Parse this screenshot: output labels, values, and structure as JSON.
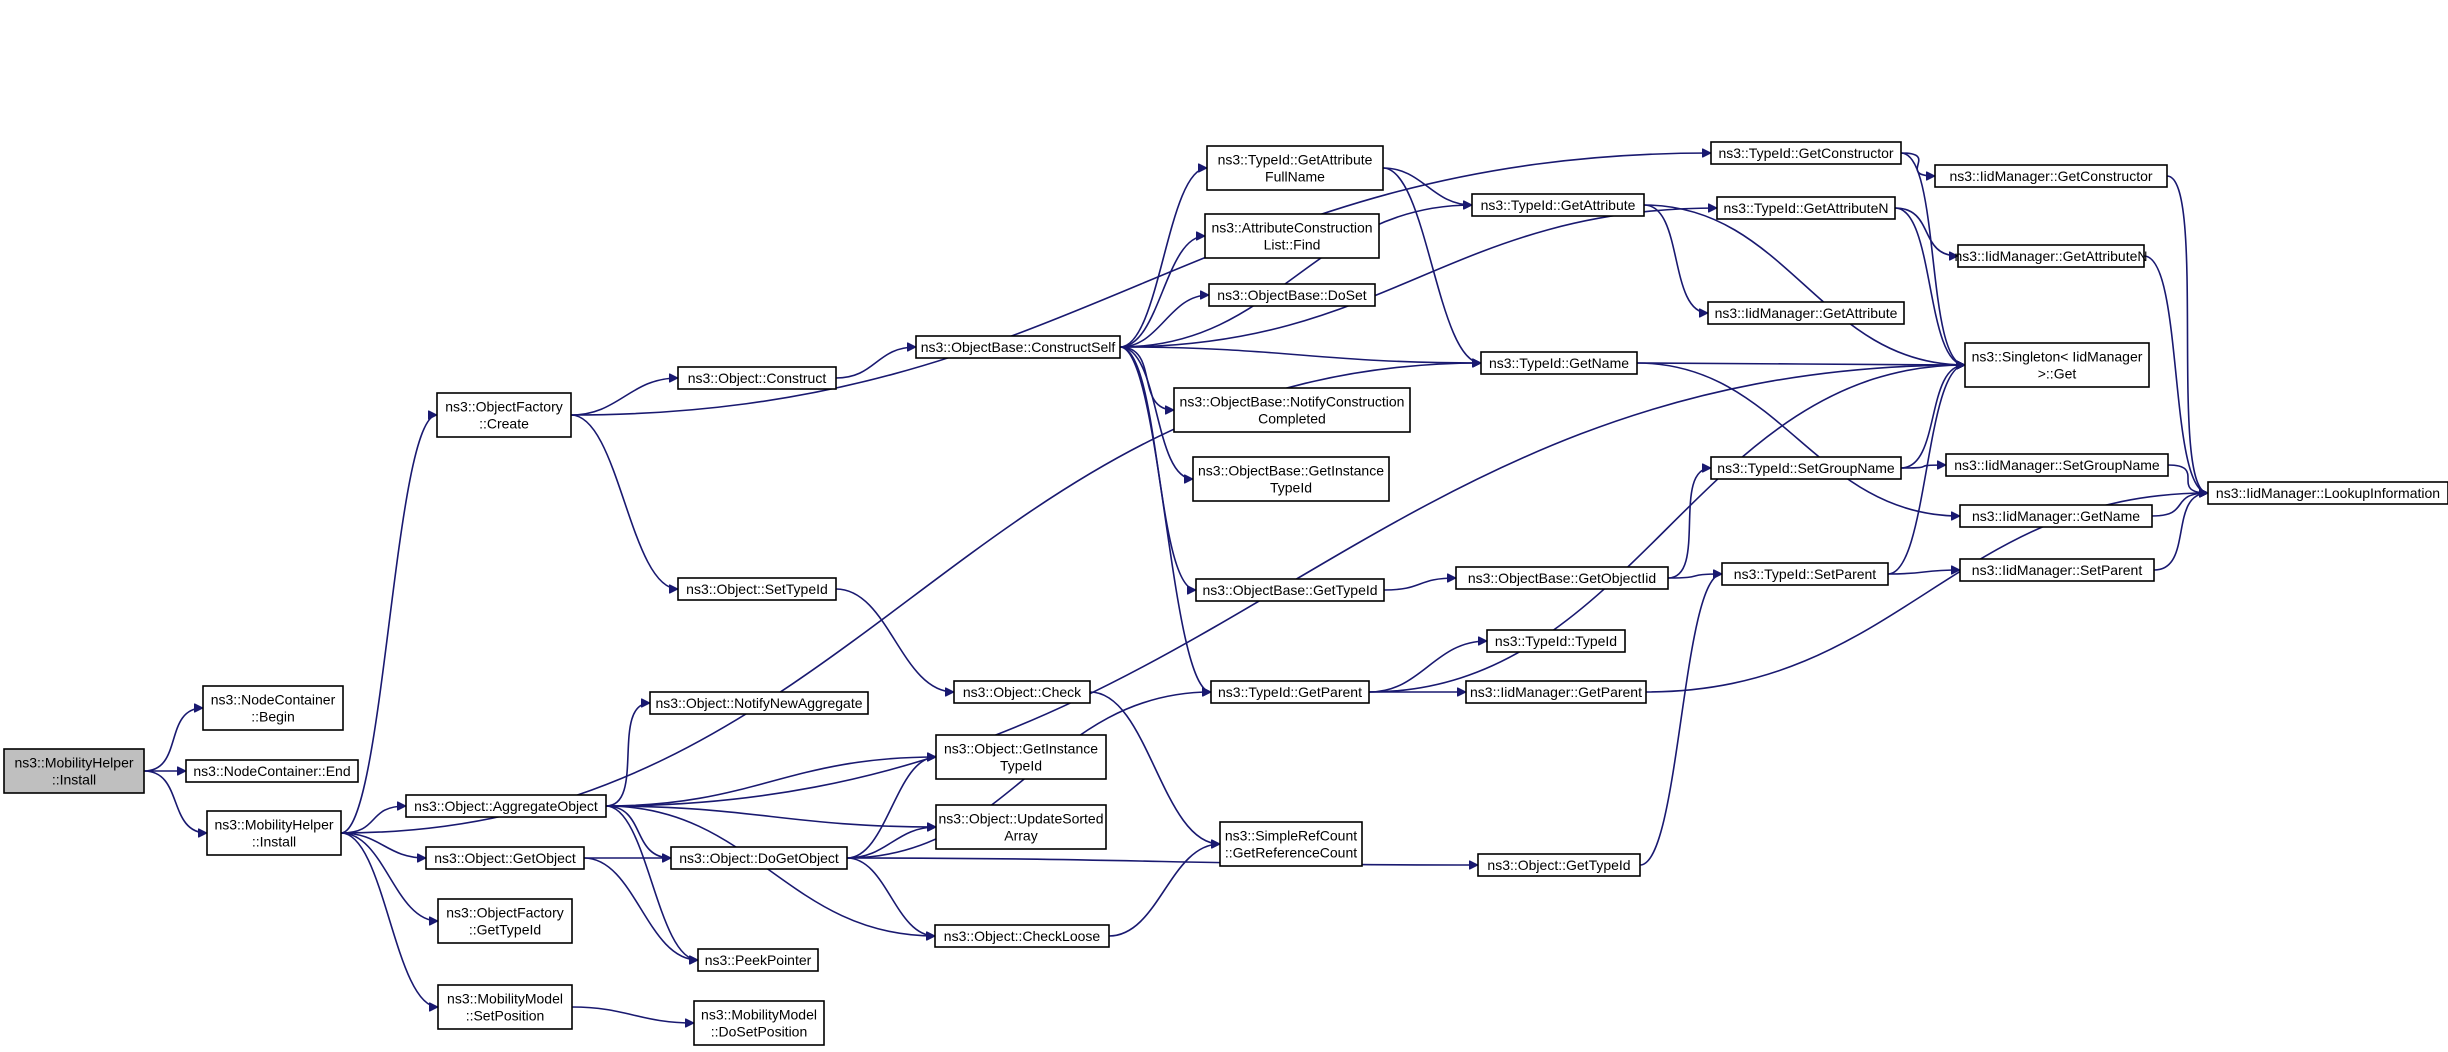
{
  "graph": {
    "edge_color": "#191970",
    "root_fill": "#bfbfbf",
    "nodes": [
      {
        "id": "n1",
        "lines": [
          "ns3::MobilityHelper",
          "::Install"
        ],
        "root": true
      },
      {
        "id": "n2",
        "lines": [
          "ns3::NodeContainer",
          "::Begin"
        ]
      },
      {
        "id": "n3",
        "lines": [
          "ns3::NodeContainer::End"
        ]
      },
      {
        "id": "n4",
        "lines": [
          "ns3::MobilityHelper",
          "::Install"
        ]
      },
      {
        "id": "n5",
        "lines": [
          "ns3::ObjectFactory",
          "::Create"
        ]
      },
      {
        "id": "n6",
        "lines": [
          "ns3::Object::AggregateObject"
        ]
      },
      {
        "id": "n7",
        "lines": [
          "ns3::Object::GetObject"
        ]
      },
      {
        "id": "n8",
        "lines": [
          "ns3::ObjectFactory",
          "::GetTypeId"
        ]
      },
      {
        "id": "n9",
        "lines": [
          "ns3::MobilityModel",
          "::SetPosition"
        ]
      },
      {
        "id": "n10",
        "lines": [
          "ns3::Object::Construct"
        ]
      },
      {
        "id": "n11",
        "lines": [
          "ns3::Object::SetTypeId"
        ]
      },
      {
        "id": "n12",
        "lines": [
          "ns3::Object::NotifyNewAggregate"
        ]
      },
      {
        "id": "n13",
        "lines": [
          "ns3::Object::DoGetObject"
        ]
      },
      {
        "id": "n14",
        "lines": [
          "ns3::PeekPointer"
        ]
      },
      {
        "id": "n15",
        "lines": [
          "ns3::MobilityModel",
          "::DoSetPosition"
        ]
      },
      {
        "id": "n16",
        "lines": [
          "ns3::ObjectBase::ConstructSelf"
        ]
      },
      {
        "id": "n17",
        "lines": [
          "ns3::Object::Check"
        ]
      },
      {
        "id": "n18",
        "lines": [
          "ns3::Object::GetInstance",
          "TypeId"
        ]
      },
      {
        "id": "n19",
        "lines": [
          "ns3::Object::UpdateSorted",
          "Array"
        ]
      },
      {
        "id": "n20",
        "lines": [
          "ns3::Object::CheckLoose"
        ]
      },
      {
        "id": "n21",
        "lines": [
          "ns3::TypeId::GetAttribute",
          "FullName"
        ]
      },
      {
        "id": "n22",
        "lines": [
          "ns3::AttributeConstruction",
          "List::Find"
        ]
      },
      {
        "id": "n23",
        "lines": [
          "ns3::ObjectBase::DoSet"
        ]
      },
      {
        "id": "n24",
        "lines": [
          "ns3::ObjectBase::NotifyConstruction",
          "Completed"
        ]
      },
      {
        "id": "n25",
        "lines": [
          "ns3::ObjectBase::GetInstance",
          "TypeId"
        ]
      },
      {
        "id": "n26",
        "lines": [
          "ns3::ObjectBase::GetTypeId"
        ]
      },
      {
        "id": "n27",
        "lines": [
          "ns3::TypeId::GetParent"
        ]
      },
      {
        "id": "n28",
        "lines": [
          "ns3::SimpleRefCount",
          "::GetReferenceCount"
        ]
      },
      {
        "id": "n29",
        "lines": [
          "ns3::TypeId::GetAttribute"
        ]
      },
      {
        "id": "n30",
        "lines": [
          "ns3::TypeId::GetName"
        ]
      },
      {
        "id": "n31",
        "lines": [
          "ns3::ObjectBase::GetObjectIid"
        ]
      },
      {
        "id": "n32",
        "lines": [
          "ns3::TypeId::TypeId"
        ]
      },
      {
        "id": "n33",
        "lines": [
          "ns3::IidManager::GetParent"
        ]
      },
      {
        "id": "n34",
        "lines": [
          "ns3::Object::GetTypeId"
        ]
      },
      {
        "id": "n35",
        "lines": [
          "ns3::TypeId::GetConstructor"
        ]
      },
      {
        "id": "n36",
        "lines": [
          "ns3::TypeId::GetAttributeN"
        ]
      },
      {
        "id": "n37",
        "lines": [
          "ns3::IidManager::GetAttribute"
        ]
      },
      {
        "id": "n38",
        "lines": [
          "ns3::TypeId::SetGroupName"
        ]
      },
      {
        "id": "n39",
        "lines": [
          "ns3::TypeId::SetParent"
        ]
      },
      {
        "id": "n40",
        "lines": [
          "ns3::IidManager::GetConstructor"
        ]
      },
      {
        "id": "n41",
        "lines": [
          "ns3::IidManager::GetAttributeN"
        ]
      },
      {
        "id": "n42",
        "lines": [
          "ns3::Singleton< IidManager",
          ">::Get"
        ]
      },
      {
        "id": "n43",
        "lines": [
          "ns3::IidManager::SetGroupName"
        ]
      },
      {
        "id": "n44",
        "lines": [
          "ns3::IidManager::GetName"
        ]
      },
      {
        "id": "n45",
        "lines": [
          "ns3::IidManager::SetParent"
        ]
      },
      {
        "id": "n46",
        "lines": [
          "ns3::IidManager::LookupInformation"
        ]
      }
    ],
    "edges": [
      [
        "n1",
        "n2"
      ],
      [
        "n1",
        "n3"
      ],
      [
        "n1",
        "n4"
      ],
      [
        "n4",
        "n5"
      ],
      [
        "n4",
        "n6"
      ],
      [
        "n4",
        "n7"
      ],
      [
        "n4",
        "n8"
      ],
      [
        "n4",
        "n9"
      ],
      [
        "n4",
        "n30"
      ],
      [
        "n5",
        "n10"
      ],
      [
        "n5",
        "n11"
      ],
      [
        "n5",
        "n35"
      ],
      [
        "n6",
        "n12"
      ],
      [
        "n6",
        "n18"
      ],
      [
        "n6",
        "n19"
      ],
      [
        "n6",
        "n13"
      ],
      [
        "n6",
        "n20"
      ],
      [
        "n6",
        "n14"
      ],
      [
        "n6",
        "n42"
      ],
      [
        "n7",
        "n13"
      ],
      [
        "n7",
        "n14"
      ],
      [
        "n9",
        "n15"
      ],
      [
        "n10",
        "n16"
      ],
      [
        "n11",
        "n17"
      ],
      [
        "n13",
        "n18"
      ],
      [
        "n13",
        "n19"
      ],
      [
        "n13",
        "n20"
      ],
      [
        "n13",
        "n27"
      ],
      [
        "n13",
        "n34"
      ],
      [
        "n16",
        "n21"
      ],
      [
        "n16",
        "n22"
      ],
      [
        "n16",
        "n23"
      ],
      [
        "n16",
        "n24"
      ],
      [
        "n16",
        "n25"
      ],
      [
        "n16",
        "n26"
      ],
      [
        "n16",
        "n27"
      ],
      [
        "n16",
        "n29"
      ],
      [
        "n16",
        "n30"
      ],
      [
        "n16",
        "n36"
      ],
      [
        "n17",
        "n28"
      ],
      [
        "n20",
        "n28"
      ],
      [
        "n21",
        "n29"
      ],
      [
        "n21",
        "n30"
      ],
      [
        "n26",
        "n31"
      ],
      [
        "n27",
        "n32"
      ],
      [
        "n27",
        "n33"
      ],
      [
        "n27",
        "n42"
      ],
      [
        "n29",
        "n37"
      ],
      [
        "n29",
        "n42"
      ],
      [
        "n30",
        "n42"
      ],
      [
        "n30",
        "n44"
      ],
      [
        "n31",
        "n38"
      ],
      [
        "n31",
        "n39"
      ],
      [
        "n33",
        "n46"
      ],
      [
        "n34",
        "n39"
      ],
      [
        "n35",
        "n40"
      ],
      [
        "n35",
        "n42"
      ],
      [
        "n36",
        "n41"
      ],
      [
        "n36",
        "n42"
      ],
      [
        "n38",
        "n43"
      ],
      [
        "n38",
        "n42"
      ],
      [
        "n39",
        "n45"
      ],
      [
        "n39",
        "n42"
      ],
      [
        "n40",
        "n46"
      ],
      [
        "n41",
        "n46"
      ],
      [
        "n43",
        "n46"
      ],
      [
        "n44",
        "n46"
      ],
      [
        "n45",
        "n46"
      ]
    ]
  }
}
